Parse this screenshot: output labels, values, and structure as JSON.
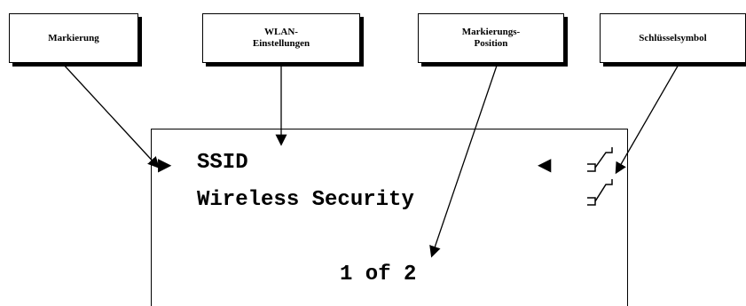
{
  "callouts": {
    "markierung": "Markierung",
    "wlan": "WLAN-\nEinstellungen",
    "position": "Markierungs-\nPosition",
    "schluessel": "Schlüsselsymbol"
  },
  "display": {
    "items": [
      {
        "label": "SSID",
        "selected": true,
        "icon": "key-icon"
      },
      {
        "label": "Wireless Security",
        "selected": false,
        "icon": "key-icon"
      }
    ],
    "position": "1 of 2",
    "marker_icon": "right-triangle-icon",
    "selected_end_icon": "left-triangle-icon"
  }
}
